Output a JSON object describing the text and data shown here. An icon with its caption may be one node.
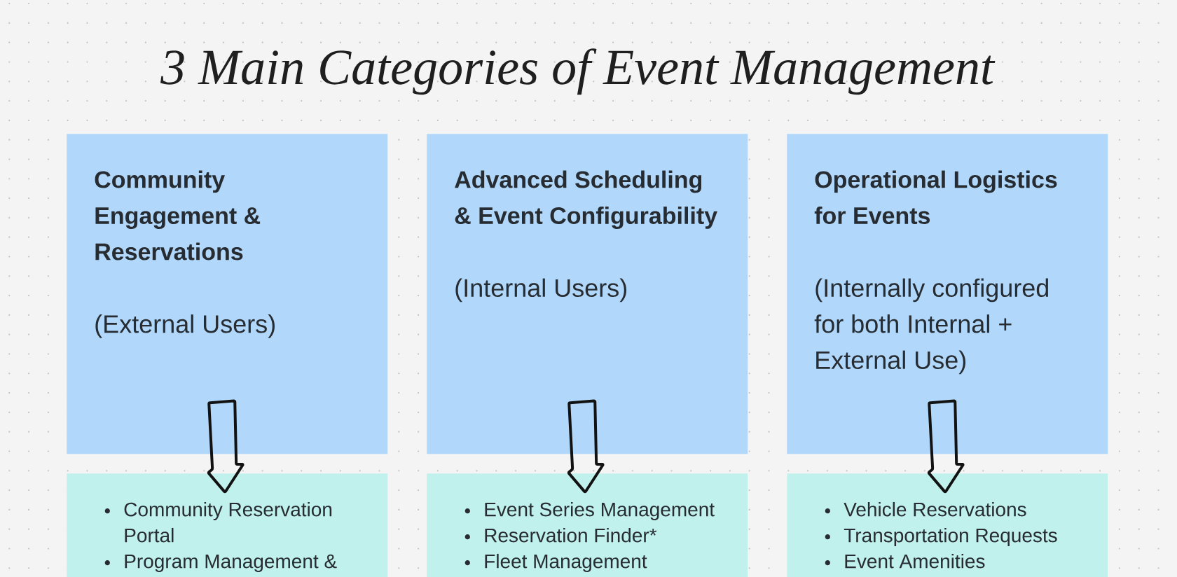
{
  "diagram": {
    "title": "3 Main Categories of Event Management",
    "nodes": [
      {
        "text": [
          "Community Engagement & Reservations",
          "(External Users)"
        ]
      },
      {
        "text": [
          "Advanced Scheduling & Event Configurability",
          "(Internal Users)"
        ]
      },
      {
        "text": [
          "Operational Logistics for Events",
          "(Internally configured for both Internal + External Use)"
        ]
      },
      {
        "text": [
          "Community Reservation Portal",
          "Program Management &"
        ]
      },
      {
        "text": [
          "Event Series Management",
          "Reservation Finder*",
          "Fleet Management"
        ]
      },
      {
        "text": [
          "Vehicle Reservations",
          "Transportation Requests",
          "Event Amenities"
        ]
      }
    ],
    "edges": [
      {
        "from": 0,
        "to": 3,
        "arrow": "to"
      },
      {
        "from": 1,
        "to": 4,
        "arrow": "to"
      },
      {
        "from": 2,
        "to": 5,
        "arrow": "to"
      }
    ]
  }
}
